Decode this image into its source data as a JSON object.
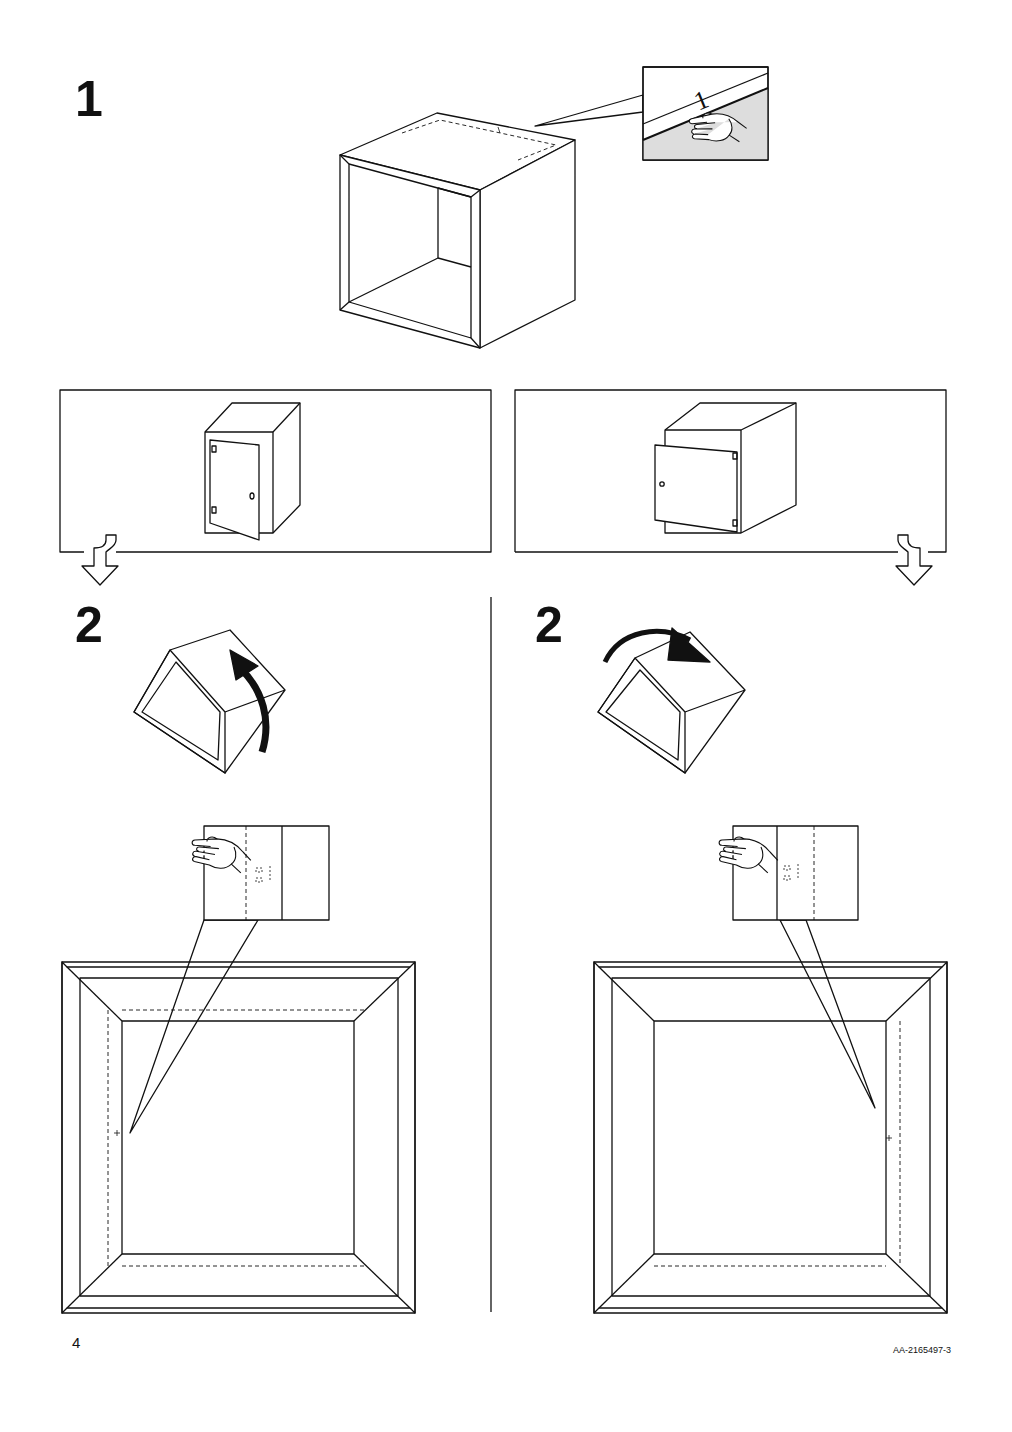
{
  "diagram": {
    "labels": [
      "1",
      "1",
      "2",
      "2",
      "4",
      "AA-2165497-3"
    ]
  }
}
